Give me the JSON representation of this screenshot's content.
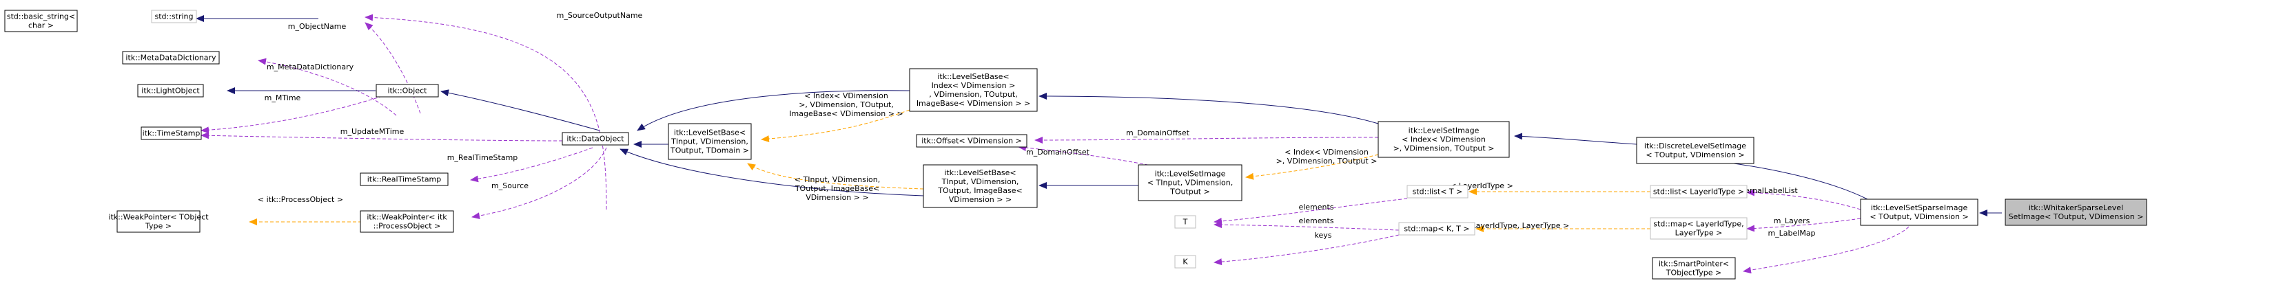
{
  "nodes": {
    "basic_string": [
      "std::basic_string<",
      "char >"
    ],
    "std_string": [
      "std::string"
    ],
    "meta_dict": [
      "itk::MetaDataDictionary"
    ],
    "light_object": [
      "itk::LightObject"
    ],
    "time_stamp": [
      "itk::TimeStamp"
    ],
    "object": [
      "itk::Object"
    ],
    "data_object": [
      "itk::DataObject"
    ],
    "real_time_stamp": [
      "itk::RealTimeStamp"
    ],
    "weak_pointer_t": [
      "itk::WeakPointer< TObject",
      "Type >"
    ],
    "weak_pointer_po": [
      "itk::WeakPointer< itk",
      "::ProcessObject >"
    ],
    "levelsetbase_tinput": [
      "itk::LevelSetBase<",
      "TInput, VDimension,",
      "TOutput, TDomain >"
    ],
    "levelsetbase_index": [
      "itk::LevelSetBase<",
      "Index< VDimension >",
      ", VDimension, TOutput,",
      "ImageBase< VDimension > >"
    ],
    "offset": [
      "itk::Offset< VDimension >"
    ],
    "levelsetbase_image": [
      "itk::LevelSetBase<",
      "TInput, VDimension,",
      "TOutput, ImageBase<",
      "VDimension > >"
    ],
    "levelsetimage_t": [
      "itk::LevelSetImage",
      "< TInput, VDimension,",
      "TOutput >"
    ],
    "levelsetimage_index": [
      "itk::LevelSetImage",
      "< Index< VDimension",
      ">, VDimension, TOutput >"
    ],
    "std_list_t": [
      "std::list< T >"
    ],
    "T": [
      "T"
    ],
    "std_map_kt": [
      "std::map< K, T >"
    ],
    "K": [
      "K"
    ],
    "discrete_lsi": [
      "itk::DiscreteLevelSetImage",
      "< TOutput, VDimension >"
    ],
    "std_list_lid": [
      "std::list< LayerIdType >"
    ],
    "std_map_lid": [
      "std::map< LayerIdType,",
      "LayerType >"
    ],
    "smart_pointer": [
      "itk::SmartPointer<",
      "TObjectType >"
    ],
    "sparse_image": [
      "itk::LevelSetSparseImage",
      "< TOutput, VDimension >"
    ],
    "whitaker": [
      "itk::WhitakerSparseLevel",
      "SetImage< TOutput, VDimension >"
    ]
  },
  "edges": {
    "m_SourceOutputName": [
      "m_SourceOutputName"
    ],
    "m_ObjectName": [
      "m_ObjectName"
    ],
    "m_MetaDataDictionary": [
      "m_MetaDataDictionary"
    ],
    "m_MTime": [
      "m_MTime"
    ],
    "m_UpdateMTime": [
      "m_UpdateMTime"
    ],
    "m_RealTimeStamp": [
      "m_RealTimeStamp"
    ],
    "m_Source": [
      "m_Source"
    ],
    "process_object": [
      "< itk::ProcessObject >"
    ],
    "index_vdimension": [
      "< Index< VDimension",
      ">, VDimension, TOutput,",
      "ImageBase< VDimension > >"
    ],
    "tinput_vdimension": [
      "< TInput, VDimension,",
      "TOutput, ImageBase<",
      "VDimension > >"
    ],
    "m_DomainOffset_top": [
      "m_DomainOffset"
    ],
    "m_DomainOffset_low": [
      "m_DomainOffset"
    ],
    "index_vdimension_2": [
      "< Index< VDimension",
      ">, VDimension, TOutput >"
    ],
    "layeridtype": [
      "< LayerIdType >"
    ],
    "m_InternalLabelList": [
      "m_InternalLabelList"
    ],
    "elements_1": [
      "elements"
    ],
    "elements_2": [
      "elements"
    ],
    "keys": [
      "keys"
    ],
    "layeridtype_layertype": [
      "< LayerIdType, LayerType >"
    ],
    "m_Layers": [
      "m_Layers"
    ],
    "m_LabelMap": [
      "m_LabelMap"
    ]
  },
  "colors": {
    "inheritance": "#191970",
    "member": "#9a32cd",
    "template": "#ffa500",
    "focus_fill": "#bfbfbf"
  }
}
